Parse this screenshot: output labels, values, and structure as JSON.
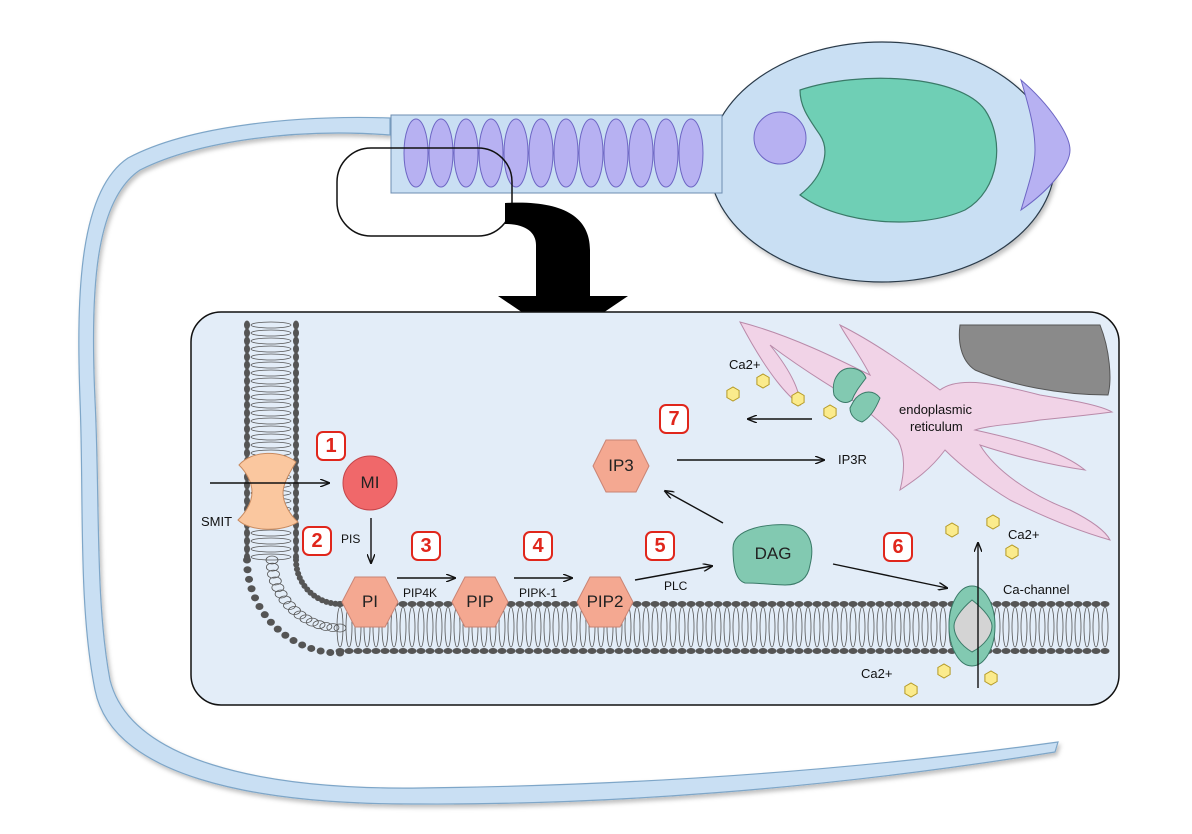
{
  "labels": {
    "smit": "SMIT",
    "mi": "MI",
    "pis": "PIS",
    "pi": "PI",
    "pip4k": "PIP4K",
    "pip": "PIP",
    "pipk1": "PIPK-1",
    "pip2": "PIP2",
    "plc": "PLC",
    "dag": "DAG",
    "ip3": "IP3",
    "ip3r": "IP3R",
    "er_line1": "endoplasmic",
    "er_line2": "reticulum",
    "ca_top": "Ca2+",
    "ca_right": "Ca2+",
    "ca_bottom": "Ca2+",
    "ca_channel": "Ca-channel"
  },
  "steps": [
    "1",
    "2",
    "3",
    "4",
    "5",
    "6",
    "7"
  ],
  "colors": {
    "cell_fill": "#c9dff3",
    "membrane_head": "#555555",
    "molecule_pink": "#f4a891",
    "mi_red": "#f0686a",
    "dag_teal": "#82c9b1",
    "er_pink": "#f1d3e7",
    "ca_yellow": "#fbeb8c",
    "step_red": "#e0261b",
    "nucleus_teal": "#6fcfb5",
    "acrosome_purple": "#b7b1f2"
  }
}
